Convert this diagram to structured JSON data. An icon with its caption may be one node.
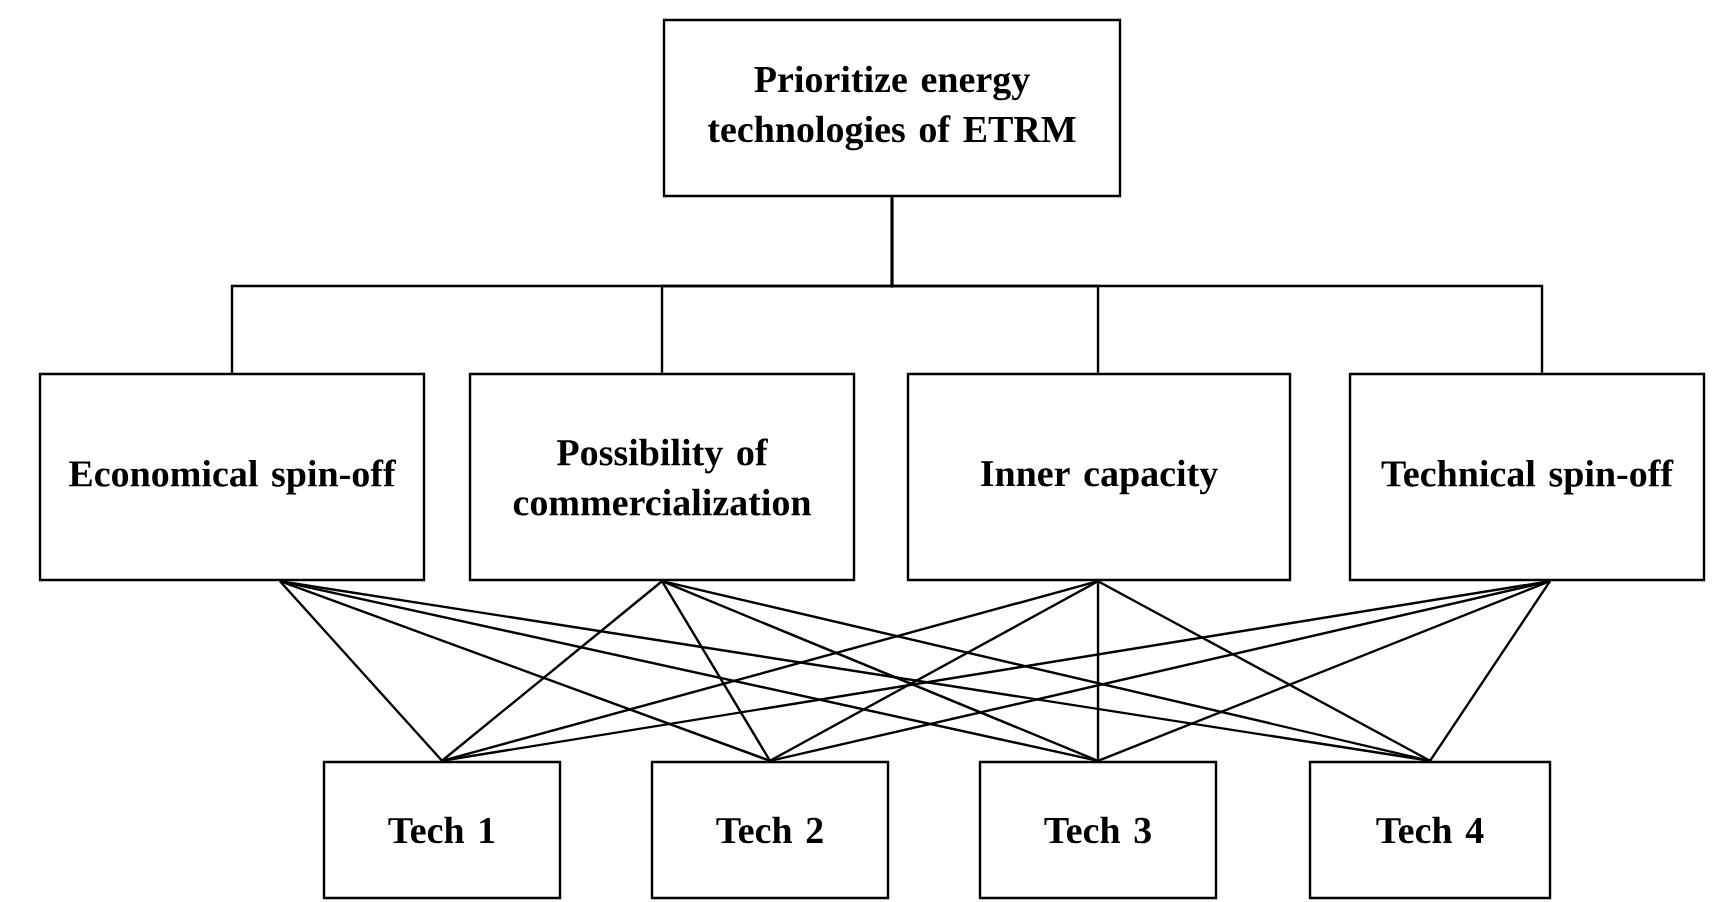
{
  "diagram": {
    "nodes": [
      {
        "text": [
          "Prioritize energy technologies of ETRM"
        ]
      },
      {
        "text": [
          "Economical spin-off"
        ]
      },
      {
        "text": [
          "Possibility of commercialization"
        ]
      },
      {
        "text": [
          "Inner capacity"
        ]
      },
      {
        "text": [
          "Technical spin-off"
        ]
      },
      {
        "text": [
          "Tech 1"
        ]
      },
      {
        "text": [
          "Tech 2"
        ]
      },
      {
        "text": [
          "Tech 3"
        ]
      },
      {
        "text": [
          "Tech 4"
        ]
      }
    ],
    "edges": [
      {
        "from": 0,
        "to": 1,
        "arrow": "none"
      },
      {
        "from": 0,
        "to": 2,
        "arrow": "none"
      },
      {
        "from": 0,
        "to": 3,
        "arrow": "none"
      },
      {
        "from": 0,
        "to": 4,
        "arrow": "none"
      },
      {
        "from": 1,
        "to": 5,
        "arrow": "none"
      },
      {
        "from": 1,
        "to": 6,
        "arrow": "none"
      },
      {
        "from": 1,
        "to": 7,
        "arrow": "none"
      },
      {
        "from": 1,
        "to": 8,
        "arrow": "none"
      },
      {
        "from": 2,
        "to": 5,
        "arrow": "none"
      },
      {
        "from": 2,
        "to": 6,
        "arrow": "none"
      },
      {
        "from": 2,
        "to": 7,
        "arrow": "none"
      },
      {
        "from": 2,
        "to": 8,
        "arrow": "none"
      },
      {
        "from": 3,
        "to": 5,
        "arrow": "none"
      },
      {
        "from": 3,
        "to": 6,
        "arrow": "none"
      },
      {
        "from": 3,
        "to": 7,
        "arrow": "none"
      },
      {
        "from": 3,
        "to": 8,
        "arrow": "none"
      },
      {
        "from": 4,
        "to": 5,
        "arrow": "none"
      },
      {
        "from": 4,
        "to": 6,
        "arrow": "none"
      },
      {
        "from": 4,
        "to": 7,
        "arrow": "none"
      },
      {
        "from": 4,
        "to": 8,
        "arrow": "none"
      }
    ]
  }
}
